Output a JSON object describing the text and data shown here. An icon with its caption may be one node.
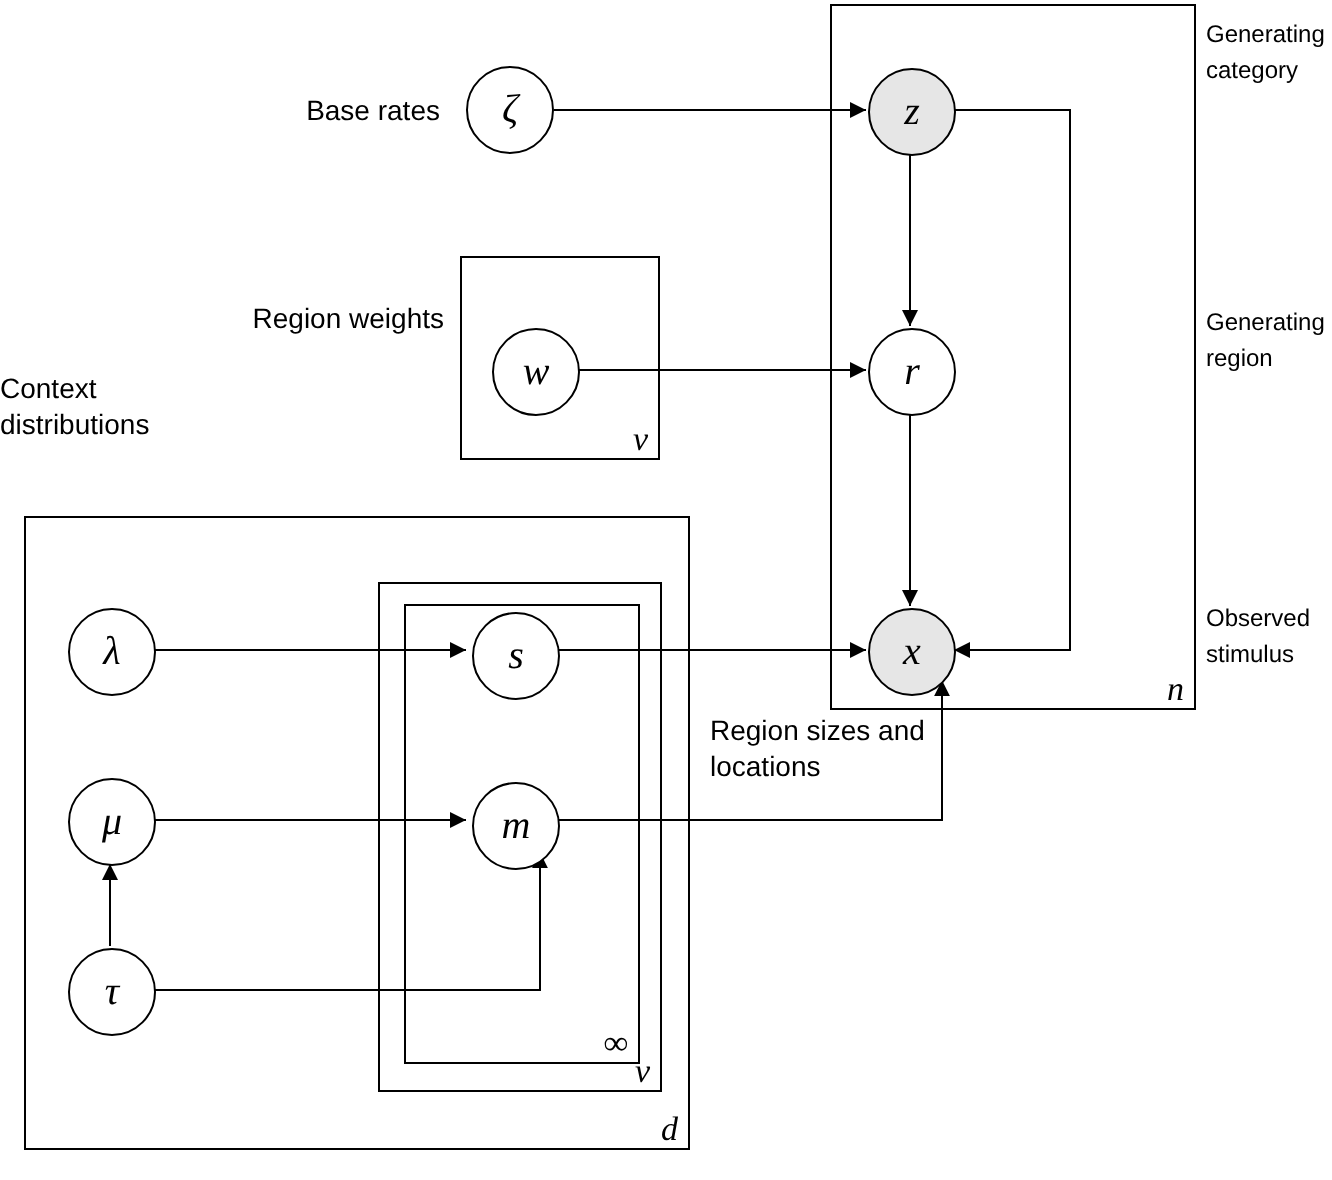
{
  "diagram": {
    "nodes": [
      {
        "text": [
          "ζ"
        ],
        "beside": [
          "Base rates"
        ]
      },
      {
        "text": [
          "n"
        ]
      },
      {
        "text": [
          "z"
        ],
        "in": 1
      },
      {
        "text": [
          "v"
        ],
        "beside": [
          "Region weights"
        ]
      },
      {
        "text": [
          "w"
        ],
        "in": 3
      },
      {
        "text": [
          "r"
        ],
        "in": 1
      },
      {
        "text": [
          "d"
        ],
        "beside": [
          "Context distributions"
        ]
      },
      {
        "text": [
          "v"
        ],
        "in": 6
      },
      {
        "text": [
          "∞"
        ],
        "in": 7
      },
      {
        "text": [
          "λ"
        ],
        "in": 6
      },
      {
        "text": [
          "s"
        ],
        "in": 8
      },
      {
        "text": [
          "x"
        ],
        "in": 1
      },
      {
        "text": [
          "μ"
        ],
        "in": 6
      },
      {
        "text": [
          "m"
        ],
        "in": 8
      },
      {
        "text": [
          "τ"
        ],
        "in": 6
      }
    ],
    "edges": [
      {
        "from": 0,
        "to": 2,
        "arrow": "to"
      },
      {
        "from": 2,
        "to": 5,
        "arrow": "to"
      },
      {
        "from": 2,
        "to": 11,
        "arrow": "to"
      },
      {
        "from": 4,
        "to": 5,
        "arrow": "to"
      },
      {
        "from": 5,
        "to": 11,
        "arrow": "to"
      },
      {
        "from": 9,
        "to": 10,
        "arrow": "to"
      },
      {
        "from": 10,
        "to": 11,
        "arrow": "to"
      },
      {
        "from": 12,
        "to": 13,
        "arrow": "to"
      },
      {
        "from": 13,
        "to": 11,
        "arrow": "to"
      },
      {
        "from": 14,
        "to": 12,
        "arrow": "to"
      },
      {
        "from": 14,
        "to": 13,
        "arrow": "to"
      }
    ],
    "labels": [
      "Generating category",
      "Generating region",
      "Observed stimulus",
      "Region sizes and locations"
    ]
  }
}
